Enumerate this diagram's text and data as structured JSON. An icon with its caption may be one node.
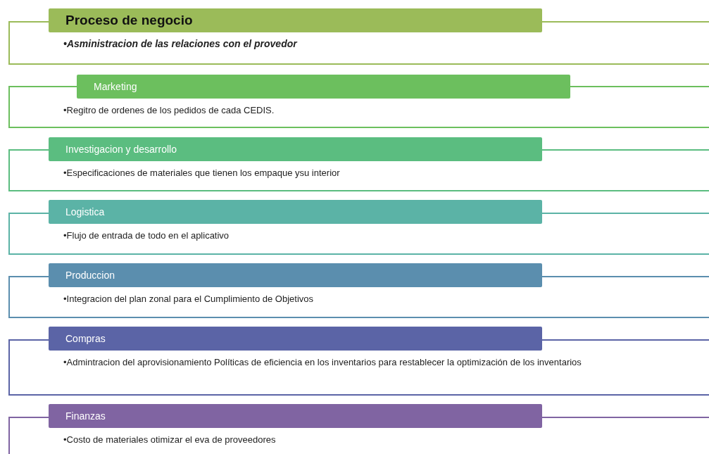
{
  "diagram": {
    "nodes": [
      {
        "text": [
          "Proceso de negocio",
          "•Asministracion de las relaciones con el provedor"
        ]
      },
      {
        "text": [
          "Marketing",
          "•Regitro de ordenes de los pedidos de cada CEDIS."
        ]
      },
      {
        "text": [
          "Investigacion y desarrollo",
          "•Especificaciones de materiales que tienen los empaque ysu interior"
        ]
      },
      {
        "text": [
          "Logistica",
          "•Flujo de entrada de todo en el aplicativo"
        ]
      },
      {
        "text": [
          "Produccion",
          "•Integracion del plan zonal para  el Cumplimiento de Objetivos"
        ]
      },
      {
        "text": [
          "Compras",
          "•Admintracion del aprovisionamiento  Políticas de eficiencia en los inventarios para restablecer la optimización de los inventarios"
        ]
      },
      {
        "text": [
          "Finanzas",
          "•Costo de materiales otimizar el eva de proveedores"
        ]
      }
    ]
  }
}
